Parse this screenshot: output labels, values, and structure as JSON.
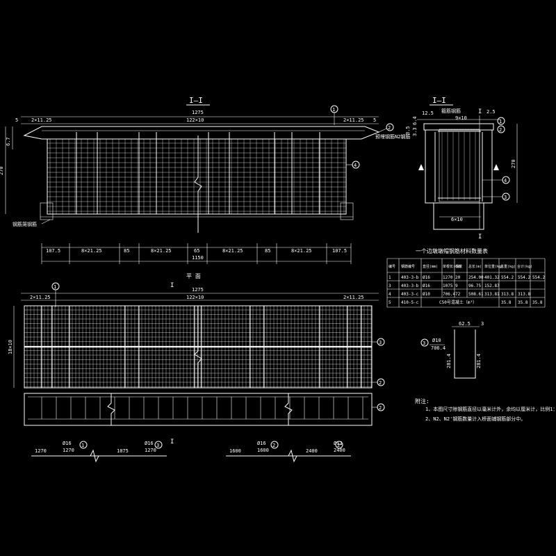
{
  "titles": {
    "elevation": "I—I",
    "section": "I—I",
    "plan": "平 面",
    "section_mark": "I"
  },
  "elevation": {
    "top_dims": [
      "5",
      "2×11.25",
      "1275",
      "122×10",
      "2×11.25",
      "5"
    ],
    "height_dims": [
      "6.7",
      "270"
    ],
    "bottom_dims": [
      "107.5",
      "8×21.25",
      "85",
      "8×21.25",
      "65",
      "8×21.25",
      "85",
      "8×21.25",
      "107.5"
    ],
    "total_dim": "1150",
    "note_right": "预埋钢筋N2钢筋",
    "note_left": "钢筋笼钢筋",
    "callouts": [
      "1",
      "2",
      "4"
    ]
  },
  "section": {
    "top_dims": [
      "12.5",
      "9×10",
      "2.5"
    ],
    "label_top": "箍筋钢筋",
    "left_dims": [
      "3.5",
      "6.4",
      "3.3"
    ],
    "height_dim": "270",
    "bottom_dim": "6×10",
    "callouts": [
      "1",
      "2",
      "4",
      "3"
    ]
  },
  "plan": {
    "top_dims": [
      "2×11.25",
      "1275",
      "122×10",
      "2×11.25"
    ],
    "side_dim": "18×10",
    "callouts": [
      "1",
      "3",
      "2",
      "2"
    ]
  },
  "bar_legend": [
    {
      "label": "1270",
      "dia": "Ø16",
      "len": "1270",
      "num": "1"
    },
    {
      "label": "1075",
      "dia": "Ø16",
      "len": "1270",
      "num": "3"
    },
    {
      "label": "1600",
      "dia": "Ø16",
      "len": "1600",
      "num": "2"
    },
    {
      "label": "2400",
      "dia": "Ø12",
      "len": "2400",
      "num": "2'"
    }
  ],
  "table": {
    "title": "一个边墩墩帽钢筋材料数量表",
    "headers": [
      "编号",
      "钢筋编号",
      "直径(mm)",
      "单根长(cm)",
      "根数",
      "总长(m)",
      "单位重(kg)",
      "总重(kg)",
      "合计(kg)"
    ],
    "rows": [
      [
        "1",
        "403-3-b",
        "Ø16",
        "1270",
        "20",
        "254.00",
        "401.32",
        "554.2",
        "554.2"
      ],
      [
        "3",
        "403-3-b",
        "Ø16",
        "1075",
        "9",
        "96.75",
        "152.87",
        "",
        ""
      ],
      [
        "4",
        "403-3-c",
        "Ø10",
        "706.4",
        "72",
        "508.61",
        "313.81",
        "313.8",
        "313.8"
      ],
      [
        "5",
        "410-5-c",
        "C50号混凝土（m³）",
        "",
        "",
        "",
        "35.8",
        "35.8",
        "35.8"
      ]
    ],
    "merged_554": "554.2"
  },
  "detail": {
    "num": "3",
    "dia": "Ø10",
    "len": "706.4",
    "top": "62.5",
    "top_right": "3",
    "side": "281.4",
    "side2": "281.4"
  },
  "notes": {
    "header": "附注:",
    "line1": "1、本图尺寸除钢筋直径以毫米计外，余均以厘米计，比例1：53。",
    "line2": "2、N2、N2'钢筋数量计入桥面铺钢筋部分中。"
  }
}
